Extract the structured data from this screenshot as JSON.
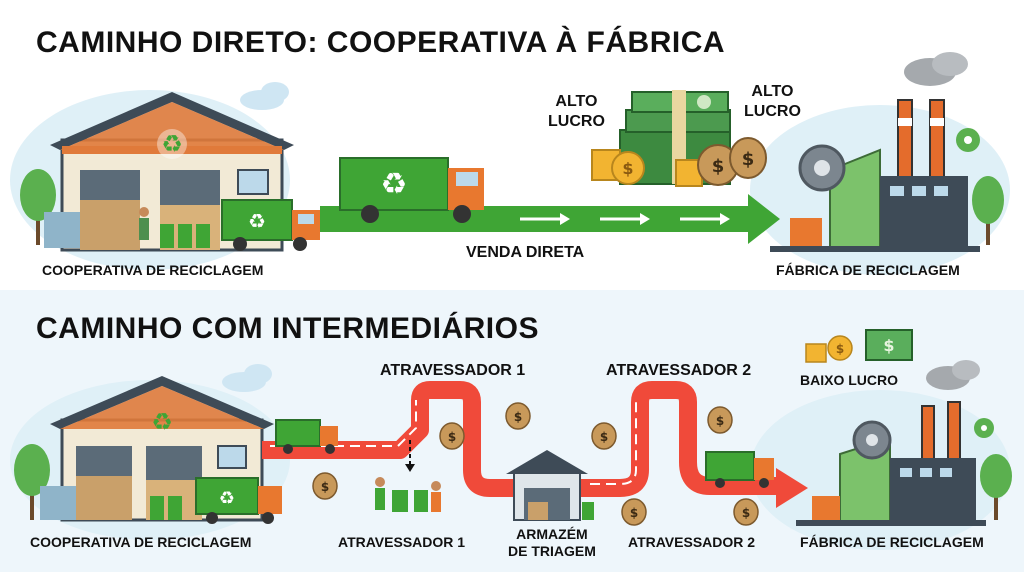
{
  "top": {
    "title": "CAMINHO DIRETO: COOPERATIVA À FÁBRICA",
    "cooperative_label": "COOPERATIVA DE RECICLAGEM",
    "arrow_label": "VENDA DIRETA",
    "profit_left": [
      "ALTO",
      "LUCRO"
    ],
    "profit_right": [
      "ALTO",
      "LUCRO"
    ],
    "factory_label": "FÁBRICA DE RECICLAGEM"
  },
  "bottom": {
    "title": "CAMINHO COM INTERMEDIÁRIOS",
    "cooperative_label": "COOPERATIVA DE RECICLAGEM",
    "middleman1_top": "ATRAVESSADOR 1",
    "middleman2_top": "ATRAVESSADOR 2",
    "middleman1_bottom": "ATRAVESSADOR 1",
    "warehouse_label": [
      "ARMAZÉM",
      "DE TRIAGEM"
    ],
    "middleman2_bottom": "ATRAVESSADOR 2",
    "profit_label": "BAIXO LUCRO",
    "factory_label": "FÁBRICA DE RECICLAGEM"
  },
  "colors": {
    "green_arrow": "#3fa535",
    "red_arrow": "#f04a3a",
    "roof": "#3e4b57",
    "factory_green": "#7cc26b",
    "chimney": "#e46c2c",
    "money": "#4c9a4f",
    "coin": "#f2b431",
    "bag": "#c8995a"
  }
}
